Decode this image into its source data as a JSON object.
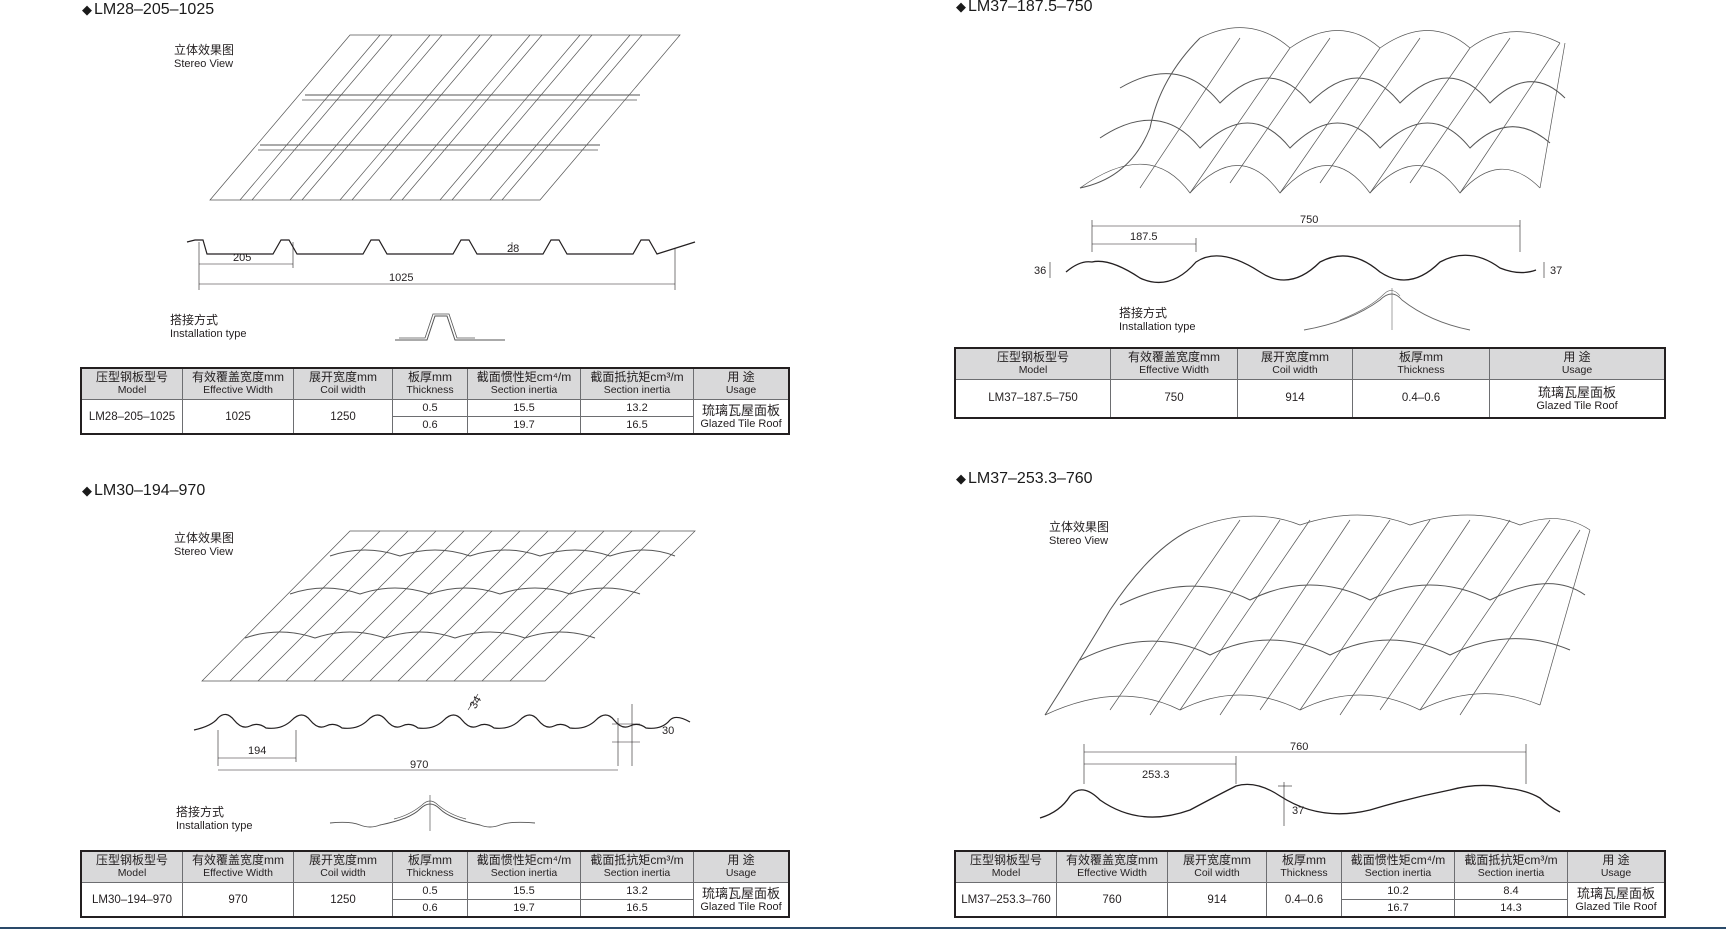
{
  "headers": {
    "model_zh": "压型钢板型号",
    "model_en": "Model",
    "eff_zh": "有效覆盖宽度mm",
    "eff_en": "Effective Width",
    "coil_zh": "展开宽度mm",
    "coil_en": "Coil width",
    "thick_zh": "板厚mm",
    "thick_en": "Thickness",
    "inertia_zh": "截面惯性矩cm⁴/m",
    "inertia_en": "Section inertia",
    "resist_zh": "截面抵抗矩cm³/m",
    "resist_en": "Section inertia",
    "usage_zh": "用  途",
    "usage_en": "Usage"
  },
  "captions": {
    "stereo_zh": "立体效果图",
    "stereo_en": "Stereo View",
    "install_zh": "搭接方式",
    "install_en": "Installation type"
  },
  "p1": {
    "title": "LM28–205–1025",
    "dims": {
      "pitch": "205",
      "width": "1025",
      "height": "28"
    },
    "table": {
      "model": "LM28–205–1025",
      "eff": "1025",
      "coil": "1250",
      "rows": [
        {
          "t": "0.5",
          "i": "15.5",
          "r": "13.2"
        },
        {
          "t": "0.6",
          "i": "19.7",
          "r": "16.5"
        }
      ],
      "usage_zh": "琉璃瓦屋面板",
      "usage_en": "Glazed Tile Roof"
    }
  },
  "p2": {
    "title": "LM30–194–970",
    "dims": {
      "pitch": "194",
      "width": "970",
      "height": "30",
      "slope": "34"
    },
    "table": {
      "model": "LM30–194–970",
      "eff": "970",
      "coil": "1250",
      "rows": [
        {
          "t": "0.5",
          "i": "15.5",
          "r": "13.2"
        },
        {
          "t": "0.6",
          "i": "19.7",
          "r": "16.5"
        }
      ],
      "usage_zh": "琉璃瓦屋面板",
      "usage_en": "Glazed Tile Roof"
    }
  },
  "p3": {
    "title": "LM37–187.5–750",
    "dims": {
      "pitch": "187.5",
      "width": "750",
      "height_left": "36",
      "height_right": "37"
    },
    "table": {
      "model": "LM37–187.5–750",
      "eff": "750",
      "coil": "914",
      "thick": "0.4–0.6",
      "usage_zh": "琉璃瓦屋面板",
      "usage_en": "Glazed Tile Roof"
    }
  },
  "p4": {
    "title": "LM37–253.3–760",
    "dims": {
      "pitch": "253.3",
      "width": "760",
      "height": "37"
    },
    "table": {
      "model": "LM37–253.3–760",
      "eff": "760",
      "coil": "914",
      "thick": "0.4–0.6",
      "rows": [
        {
          "i": "10.2",
          "r": "8.4"
        },
        {
          "i": "16.7",
          "r": "14.3"
        }
      ],
      "usage_zh": "琉璃瓦屋面板",
      "usage_en": "Glazed Tile Roof"
    }
  }
}
